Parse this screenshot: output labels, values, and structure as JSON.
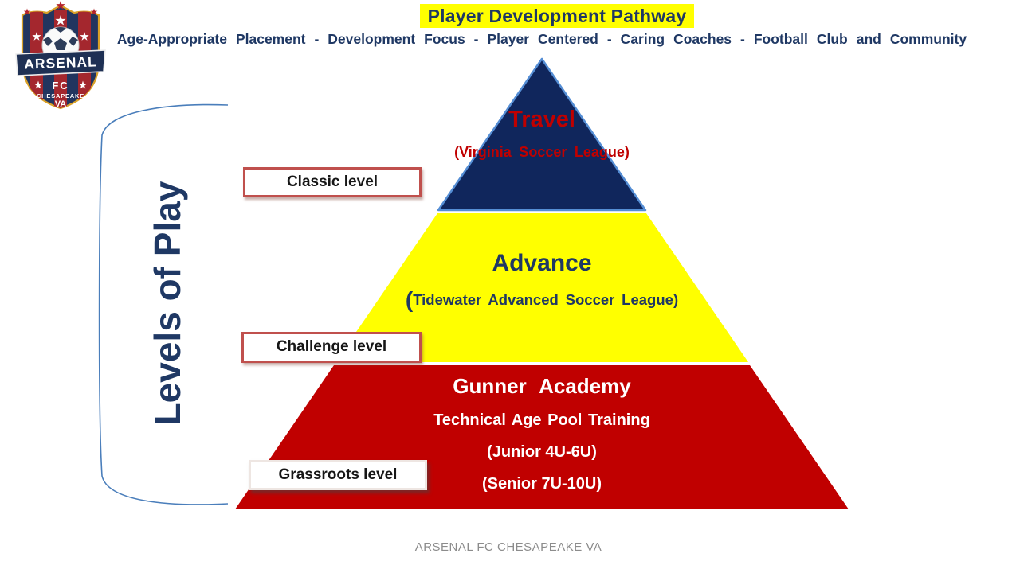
{
  "header": {
    "title": "Player Development Pathway",
    "subtitle": "Age-Appropriate Placement - Development Focus - Player Centered - Caring Coaches - Football Club and Community"
  },
  "logo": {
    "name": "ARSENAL",
    "fc": "FC",
    "city": "CHESAPEAKE",
    "state": "VA"
  },
  "levels_of_play_label": "Levels of Play",
  "pyramid": {
    "travel": {
      "title": "Travel",
      "subtitle": "(Virginia Soccer League)"
    },
    "advance": {
      "title": "Advance",
      "paren": "(",
      "subtitle": "Tidewater Advanced Soccer League)"
    },
    "gunner": {
      "title": "Gunner Academy",
      "line1": "Technical Age Pool Training",
      "line2": "(Junior 4U-6U)",
      "line3": "(Senior 7U-10U)"
    }
  },
  "level_boxes": {
    "classic": "Classic level",
    "challenge": "Challenge level",
    "grassroots": "Grassroots level"
  },
  "footer": "ARSENAL FC CHESAPEAKE VA",
  "colors": {
    "navy_text": "#1F3864",
    "pyramid_navy_fill": "#10265C",
    "pyramid_navy_stroke": "#558ED5",
    "pyramid_yellow": "#FFFF00",
    "pyramid_red": "#C00000",
    "travel_text_red": "#C00000",
    "title_highlight": "#FFFF00",
    "box_border_brick": "#C0504D",
    "bracket_blue": "#4A7EBB",
    "footer_gray": "#8C8C8C"
  }
}
